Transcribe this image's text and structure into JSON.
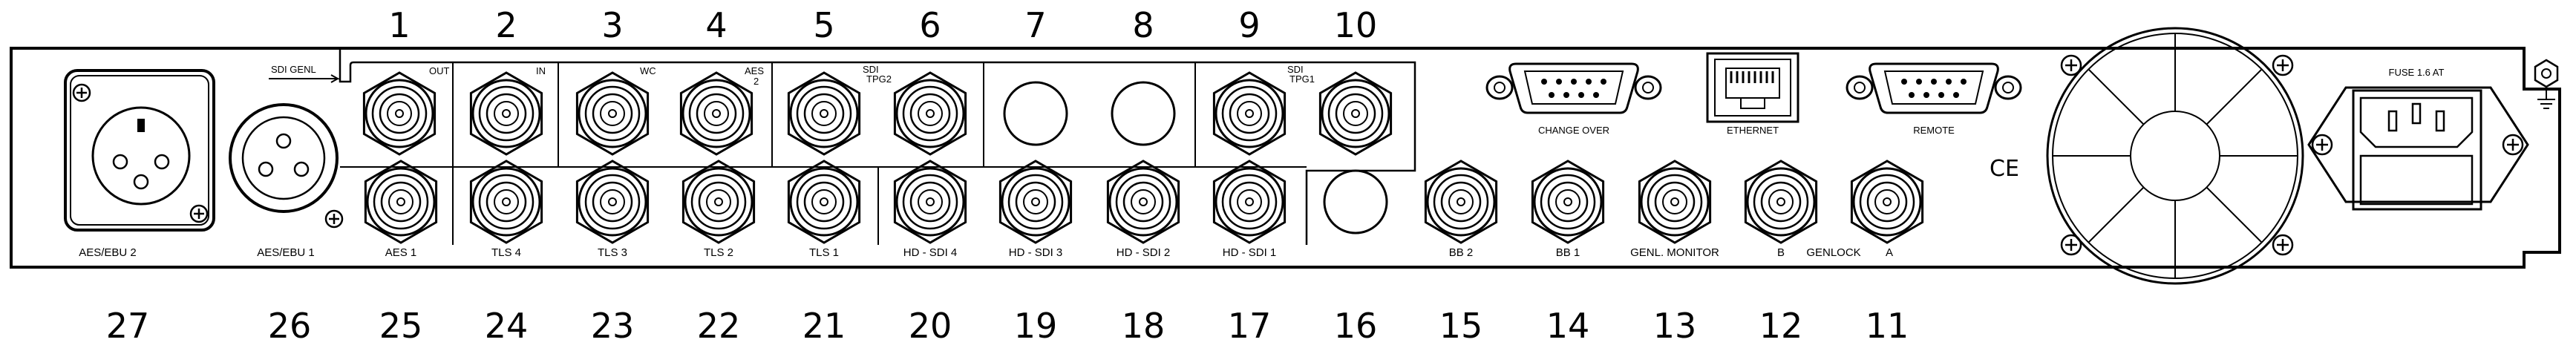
{
  "top_numbers": [
    "1",
    "2",
    "3",
    "4",
    "5",
    "6",
    "7",
    "8",
    "9",
    "10"
  ],
  "bottom_numbers": [
    "27",
    "26",
    "25",
    "24",
    "23",
    "22",
    "21",
    "20",
    "19",
    "18",
    "17",
    "16",
    "15",
    "14",
    "13",
    "12",
    "11"
  ],
  "group_labels": {
    "sdi_genl": "SDI GENL",
    "out": "OUT",
    "in": "IN",
    "wc": "WC",
    "aes": "AES",
    "aes_ch": "2",
    "sdi_a": "SDI",
    "tpg2": "TPG2",
    "sdi_b": "SDI",
    "tpg1": "TPG1"
  },
  "xlr_labels": {
    "aes_ebu_2": "AES/EBU 2",
    "aes_ebu_1": "AES/EBU 1"
  },
  "bnc_labels": [
    "AES 1",
    "TLS 4",
    "TLS 3",
    "TLS 2",
    "TLS 1",
    "HD - SDI 4",
    "HD - SDI 3",
    "HD - SDI 2",
    "HD - SDI 1",
    "BB 2",
    "BB 1",
    "GENL. MONITOR",
    "B",
    "A"
  ],
  "genlock_label": "GENLOCK",
  "dsub_labels": {
    "change_over": "CHANGE OVER",
    "remote": "REMOTE"
  },
  "ethernet_label": "ETHERNET",
  "fuse_label": "FUSE 1.6 AT",
  "ce_mark": "CE",
  "icons": [
    "xlr-female-icon",
    "xlr-male-icon",
    "bnc-connector-icon",
    "dsub-9-icon",
    "rj45-icon",
    "fan-icon",
    "iec-power-inlet-icon",
    "ground-icon",
    "screw-icon"
  ]
}
